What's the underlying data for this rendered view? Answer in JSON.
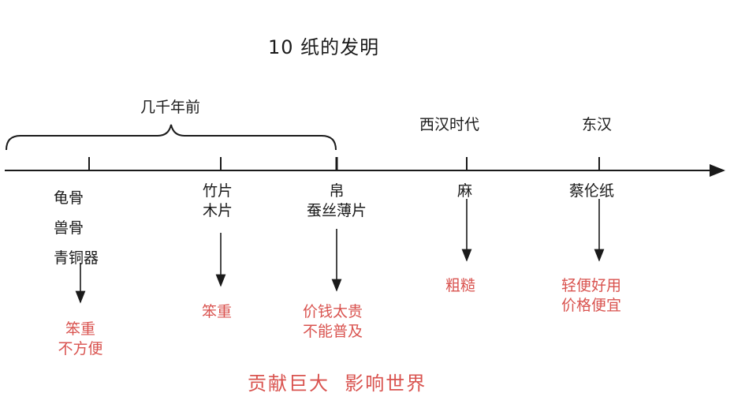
{
  "title": "10  纸的发明",
  "brace_label": "几千年前",
  "eras": {
    "western_han": "西汉时代",
    "eastern_han": "东汉"
  },
  "materials": {
    "bone": [
      "龟骨",
      "兽骨",
      "青铜器"
    ],
    "wood": [
      "竹片",
      "木片"
    ],
    "silk": [
      "帛",
      "蚕丝薄片"
    ],
    "hemp": "麻",
    "cai_lun": "蔡伦纸"
  },
  "drawbacks": {
    "bone": [
      "笨重",
      "不方便"
    ],
    "wood": "笨重",
    "silk": [
      "价钱太贵",
      "不能普及"
    ],
    "hemp": "粗糙",
    "cai_lun": [
      "轻便好用",
      "价格便宜"
    ]
  },
  "conclusion": "贡献巨大  影响世界",
  "colors": {
    "text": "#1a1a1a",
    "accent_red": "#d9534f"
  }
}
